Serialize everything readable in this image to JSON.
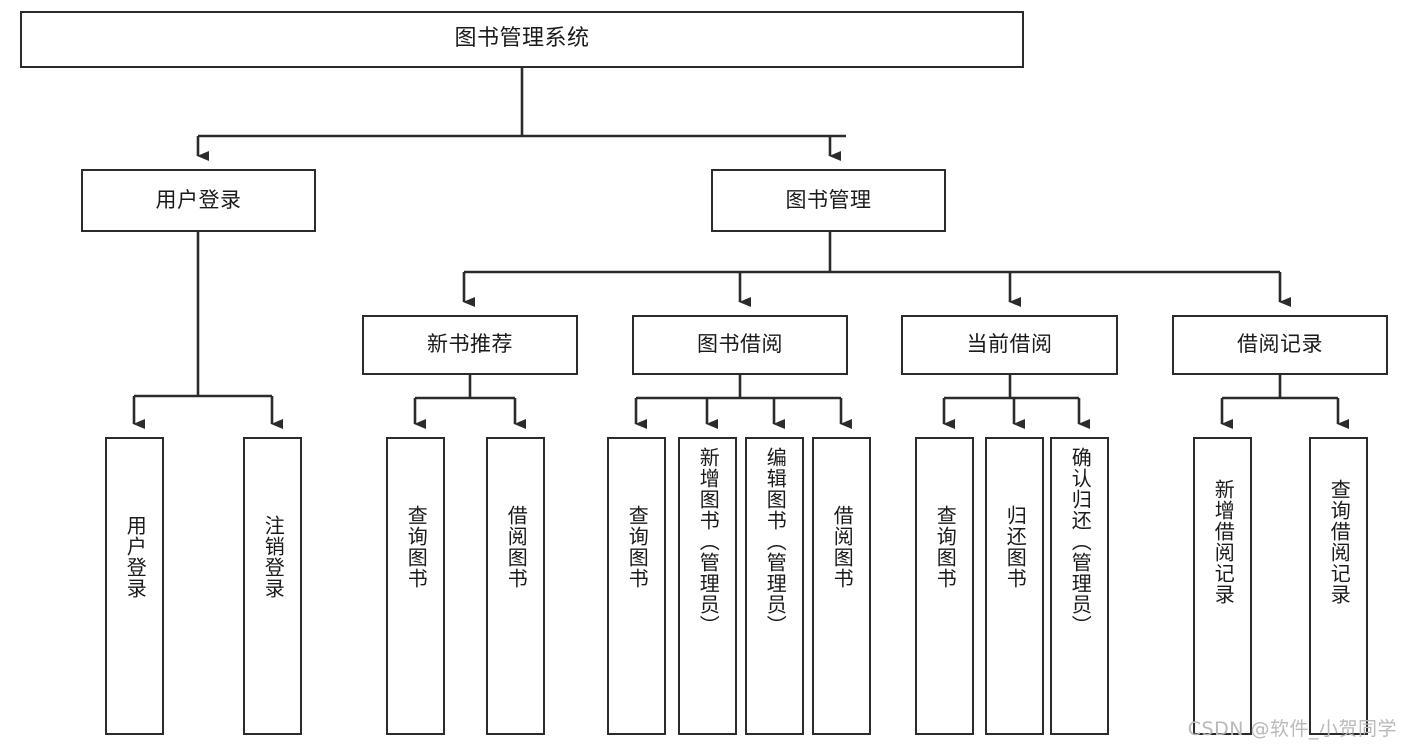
{
  "diagram": {
    "title": "图书管理系统",
    "type": "tree-hierarchy-diagram",
    "watermark": "CSDN @软件_小贺同学",
    "colors": {
      "stroke": "#2b2b2b",
      "fill": "#ffffff",
      "text": "#1a1a1a",
      "watermark": "#b9b9b9"
    },
    "levels": {
      "root": {
        "label": "图书管理系统"
      },
      "level2": [
        {
          "label": "用户登录"
        },
        {
          "label": "图书管理"
        }
      ],
      "level3": [
        {
          "label": "新书推荐"
        },
        {
          "label": "图书借阅"
        },
        {
          "label": "当前借阅"
        },
        {
          "label": "借阅记录"
        }
      ],
      "leaves": {
        "user_login": [
          {
            "label": "用户登录"
          },
          {
            "label": "注销登录"
          }
        ],
        "new_book_recommend": [
          {
            "label": "查询图书"
          },
          {
            "label": "借阅图书"
          }
        ],
        "book_borrow": [
          {
            "label": "查询图书"
          },
          {
            "label": "新增图书（管理员）"
          },
          {
            "label": "编辑图书（管理员）"
          },
          {
            "label": "借阅图书"
          }
        ],
        "current_borrow": [
          {
            "label": "查询图书"
          },
          {
            "label": "归还图书"
          },
          {
            "label": "确认归还（管理员）"
          }
        ],
        "borrow_record": [
          {
            "label": "新增借阅记录"
          },
          {
            "label": "查询借阅记录"
          }
        ]
      }
    }
  }
}
